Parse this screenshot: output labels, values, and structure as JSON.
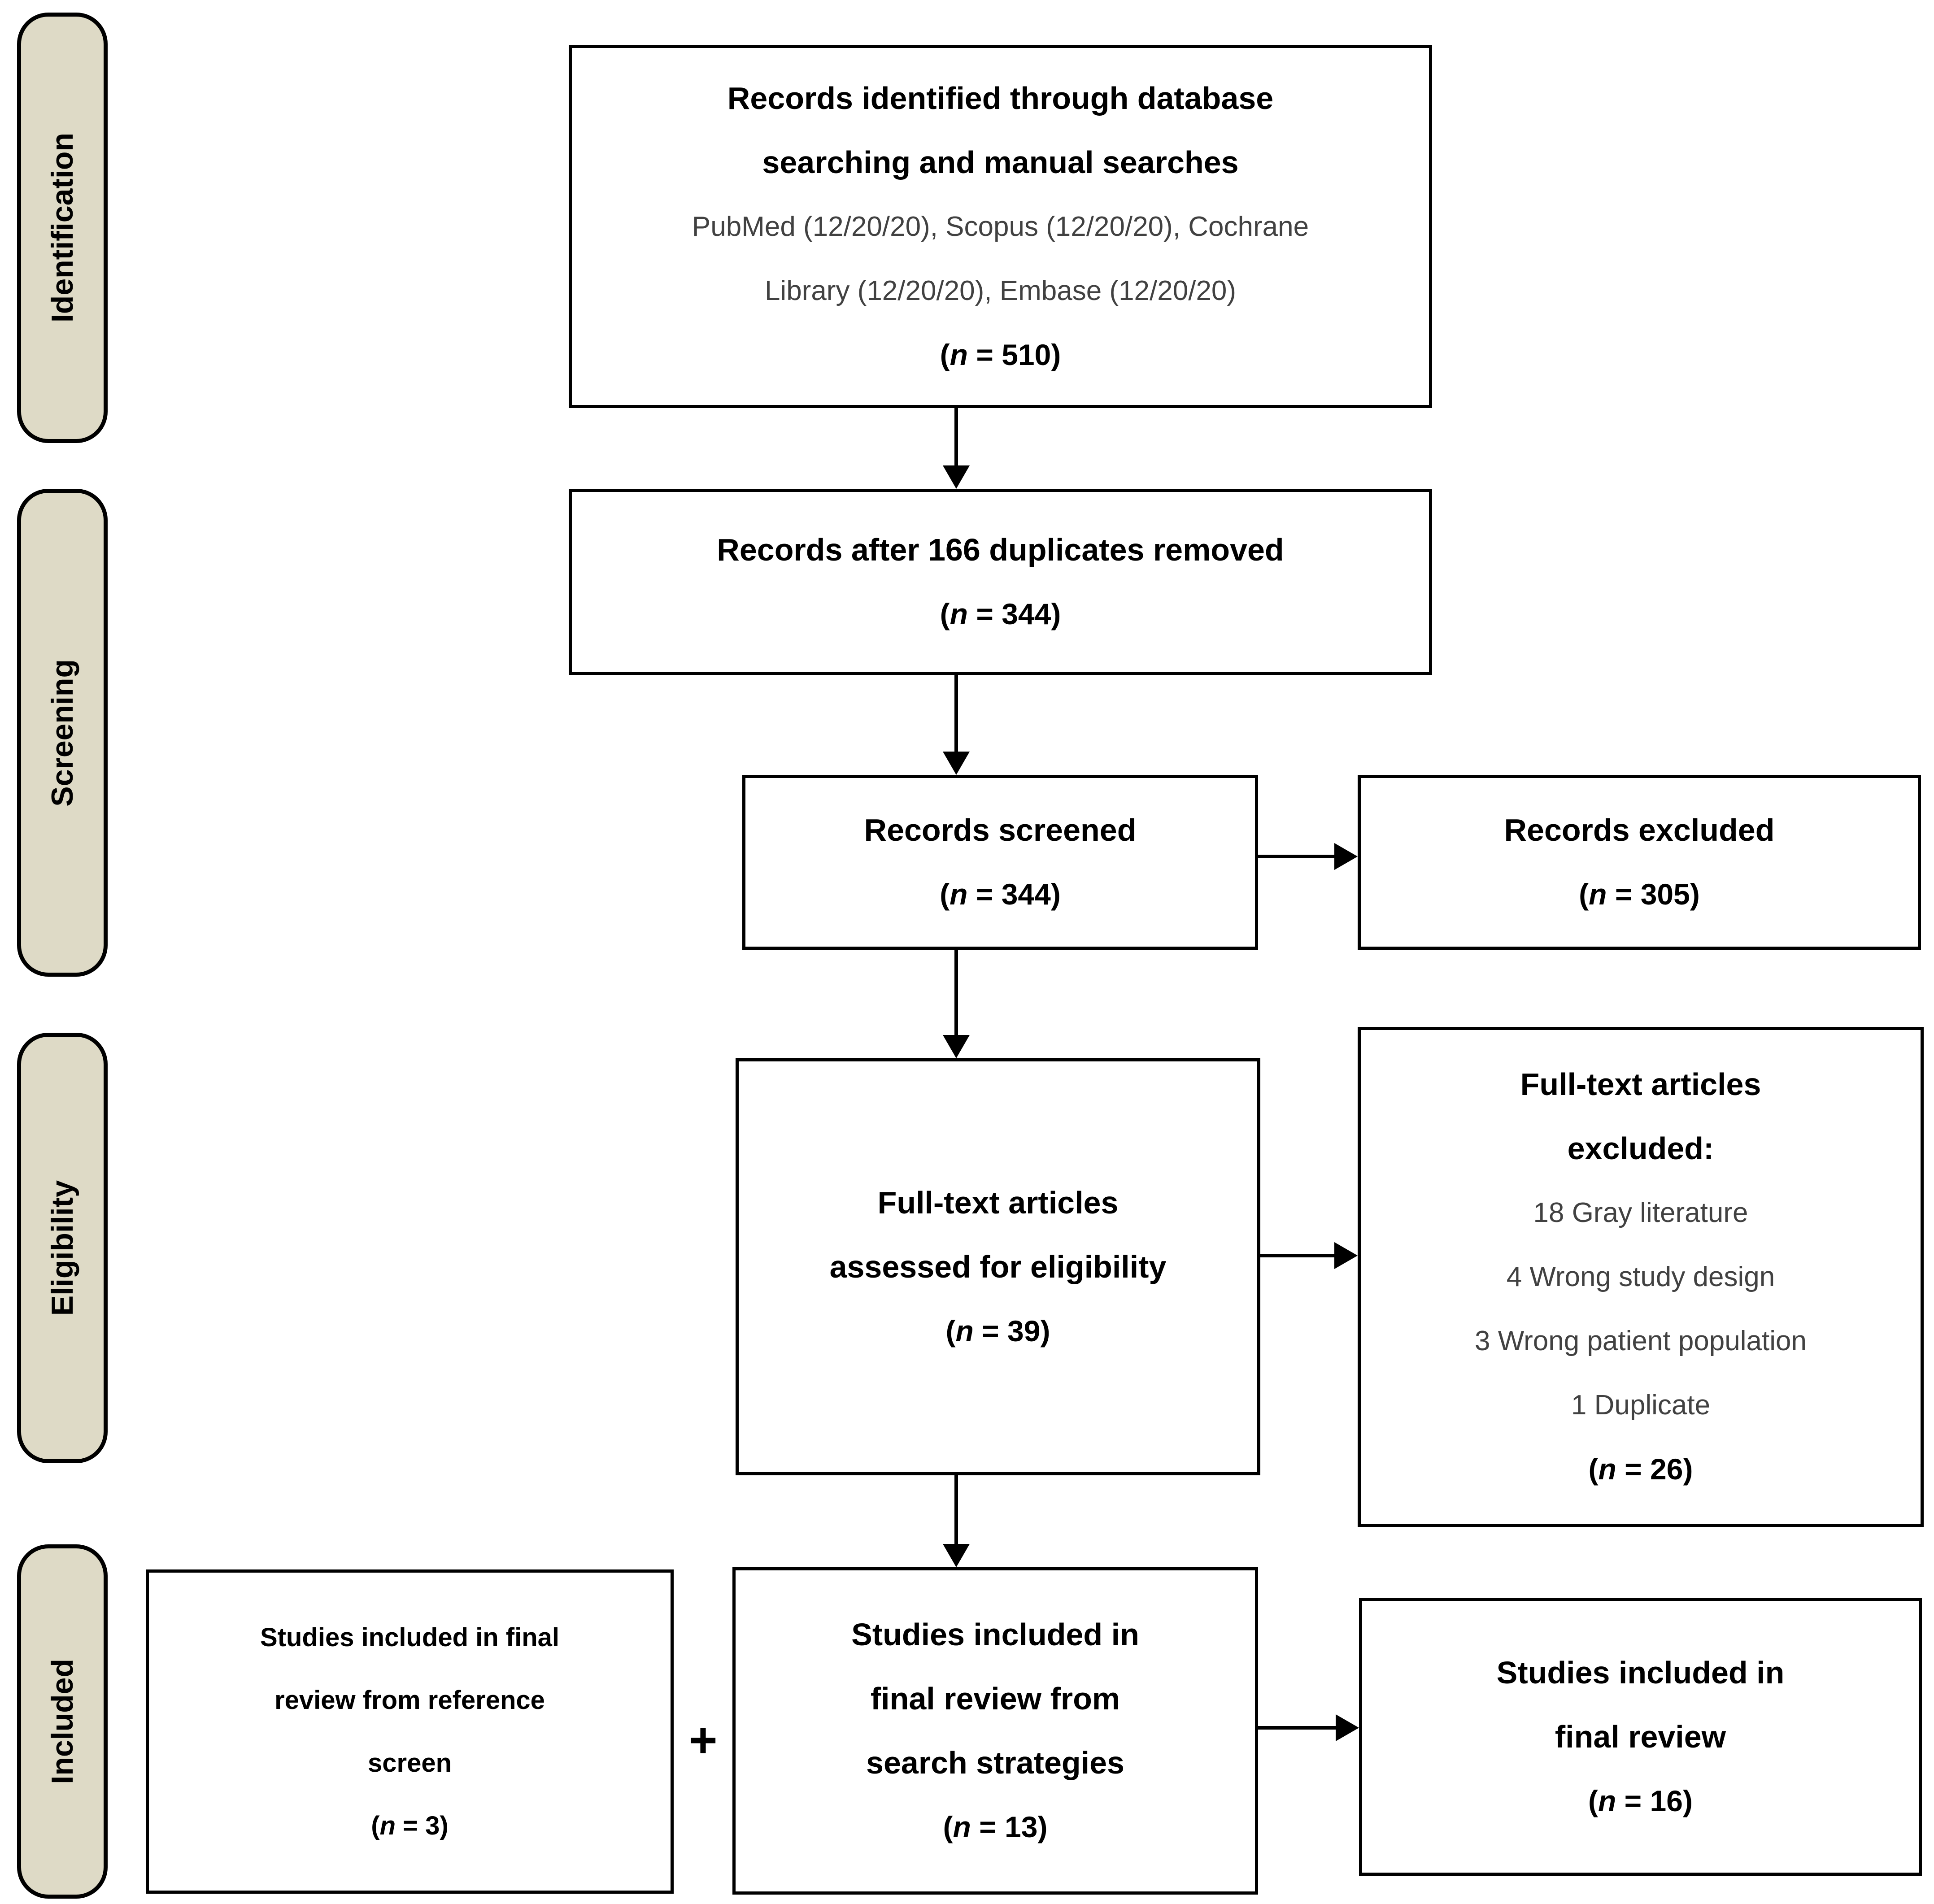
{
  "stages": {
    "identification": "Identification",
    "screening": "Screening",
    "eligibility": "Eligibility",
    "included": "Included"
  },
  "boxes": {
    "identified": {
      "lines": [
        "Records identified through database",
        "searching and manual searches"
      ],
      "details": [
        "PubMed (12/20/20), Scopus (12/20/20), Cochrane",
        "Library (12/20/20), Embase (12/20/20)"
      ],
      "count": {
        "open": "(",
        "n": "n",
        "rest": " = 510)"
      }
    },
    "deduplicated": {
      "lines": [
        "Records after 166 duplicates removed"
      ],
      "count": {
        "open": "(",
        "n": "n",
        "rest": " = 344)"
      }
    },
    "screened": {
      "lines": [
        "Records screened"
      ],
      "count": {
        "open": "(",
        "n": "n",
        "rest": " = 344)"
      }
    },
    "records_excluded": {
      "lines": [
        "Records excluded"
      ],
      "count": {
        "open": "(",
        "n": "n",
        "rest": " = 305)"
      }
    },
    "fulltext_assessed": {
      "lines": [
        "Full-text articles",
        "assessed for eligibility"
      ],
      "count": {
        "open": "(",
        "n": "n",
        "rest": " = 39)"
      }
    },
    "fulltext_excluded": {
      "lines": [
        "Full-text articles",
        "excluded:"
      ],
      "reasons": [
        "18 Gray literature",
        "4 Wrong study design",
        "3 Wrong patient population",
        "1 Duplicate"
      ],
      "count": {
        "open": "(",
        "n": "n",
        "rest": " = 26)"
      }
    },
    "included_reference": {
      "lines": [
        "Studies included in final",
        "review from reference",
        "screen"
      ],
      "count": {
        "open": "(",
        "n": "n",
        "rest": " = 3)"
      }
    },
    "included_search": {
      "lines": [
        "Studies included in",
        "final review from",
        "search strategies"
      ],
      "count": {
        "open": "(",
        "n": "n",
        "rest": " = 13)"
      }
    },
    "included_final": {
      "lines": [
        "Studies included in",
        "final review"
      ],
      "count": {
        "open": "(",
        "n": "n",
        "rest": " = 16)"
      }
    }
  },
  "operators": {
    "plus": "+"
  },
  "colors": {
    "stage_fill": "#DEDAC6",
    "box_fill": "#FFFFFF",
    "border": "#000000",
    "text": "#000000",
    "secondary_text": "#414141"
  }
}
